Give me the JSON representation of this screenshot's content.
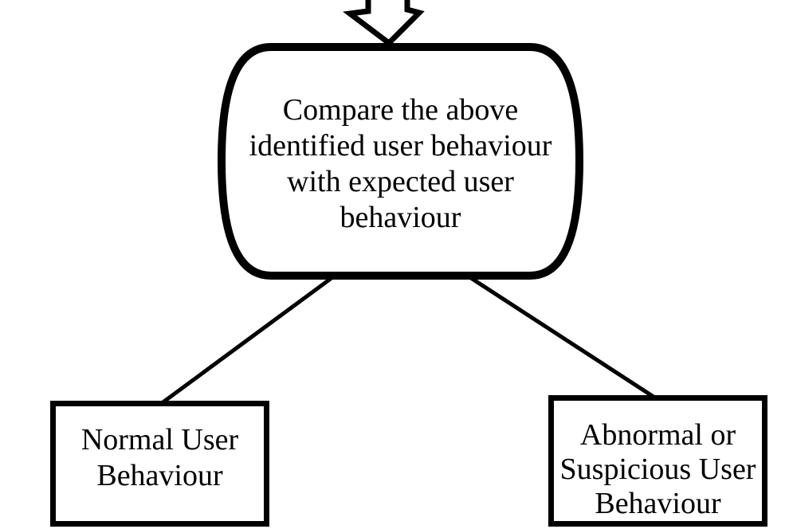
{
  "canvas": {
    "background": "#ffffff",
    "line_color": "#000000"
  },
  "flowchart": {
    "entry_arrow": {
      "icon": "block-down-arrow-icon",
      "direction": "down"
    },
    "process_node": {
      "shape": "rounded-rectangle",
      "text": "Compare the above identified user behaviour with expected user behaviour",
      "lines": [
        "Compare the above",
        "identified user behaviour",
        "with expected user",
        "behaviour"
      ]
    },
    "outcome_left": {
      "shape": "rectangle",
      "text": "Normal User Behaviour",
      "lines": [
        "Normal User",
        "Behaviour"
      ]
    },
    "outcome_right": {
      "shape": "rectangle",
      "text": "Abnormal or Suspicious User Behaviour",
      "lines": [
        "Abnormal or",
        "Suspicious User",
        "Behaviour"
      ]
    },
    "connectors": [
      {
        "from": "process_node",
        "to": "outcome_left"
      },
      {
        "from": "process_node",
        "to": "outcome_right"
      }
    ]
  }
}
